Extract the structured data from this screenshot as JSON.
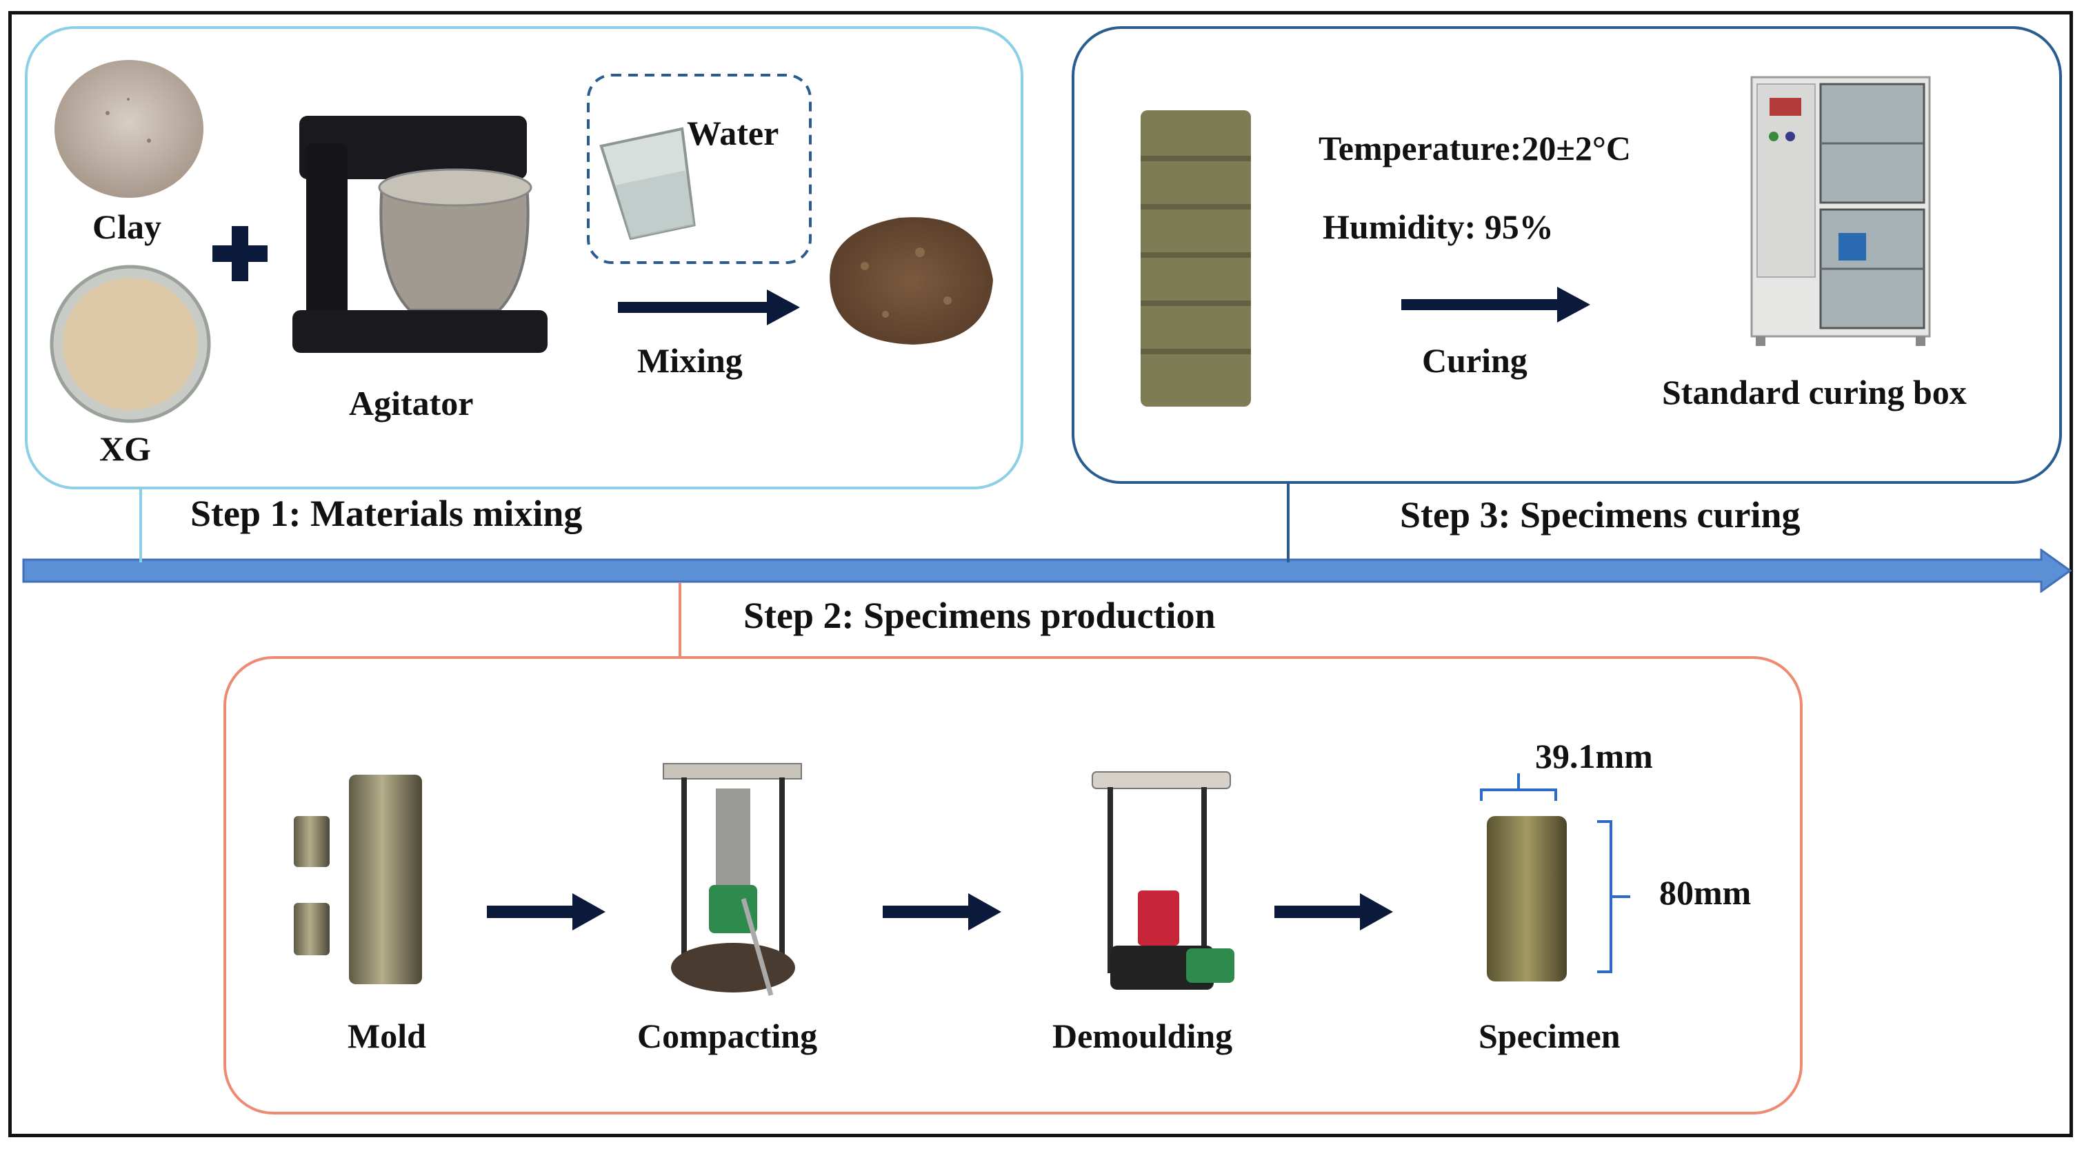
{
  "steps": {
    "step1": "Step 1: Materials mixing",
    "step2": "Step 2: Specimens production",
    "step3": "Step 3: Specimens curing"
  },
  "step1": {
    "clay": "Clay",
    "xg": "XG",
    "agitator": "Agitator",
    "water": "Water",
    "mixing": "Mixing"
  },
  "step3": {
    "temperature": "Temperature:20±2°C",
    "humidity": "Humidity: 95%",
    "curing": "Curing",
    "box": "Standard curing box"
  },
  "step2": {
    "mold": "Mold",
    "compacting": "Compacting",
    "demoulding": "Demoulding",
    "specimen": "Specimen",
    "diameter": "39.1mm",
    "height": "80mm"
  },
  "colors": {
    "timeline": "#5b8fd6",
    "panel1": "#8ccfe6",
    "panel3": "#2b5c8f",
    "panel2": "#ee8a72",
    "arrow": "#0b1a3a"
  }
}
